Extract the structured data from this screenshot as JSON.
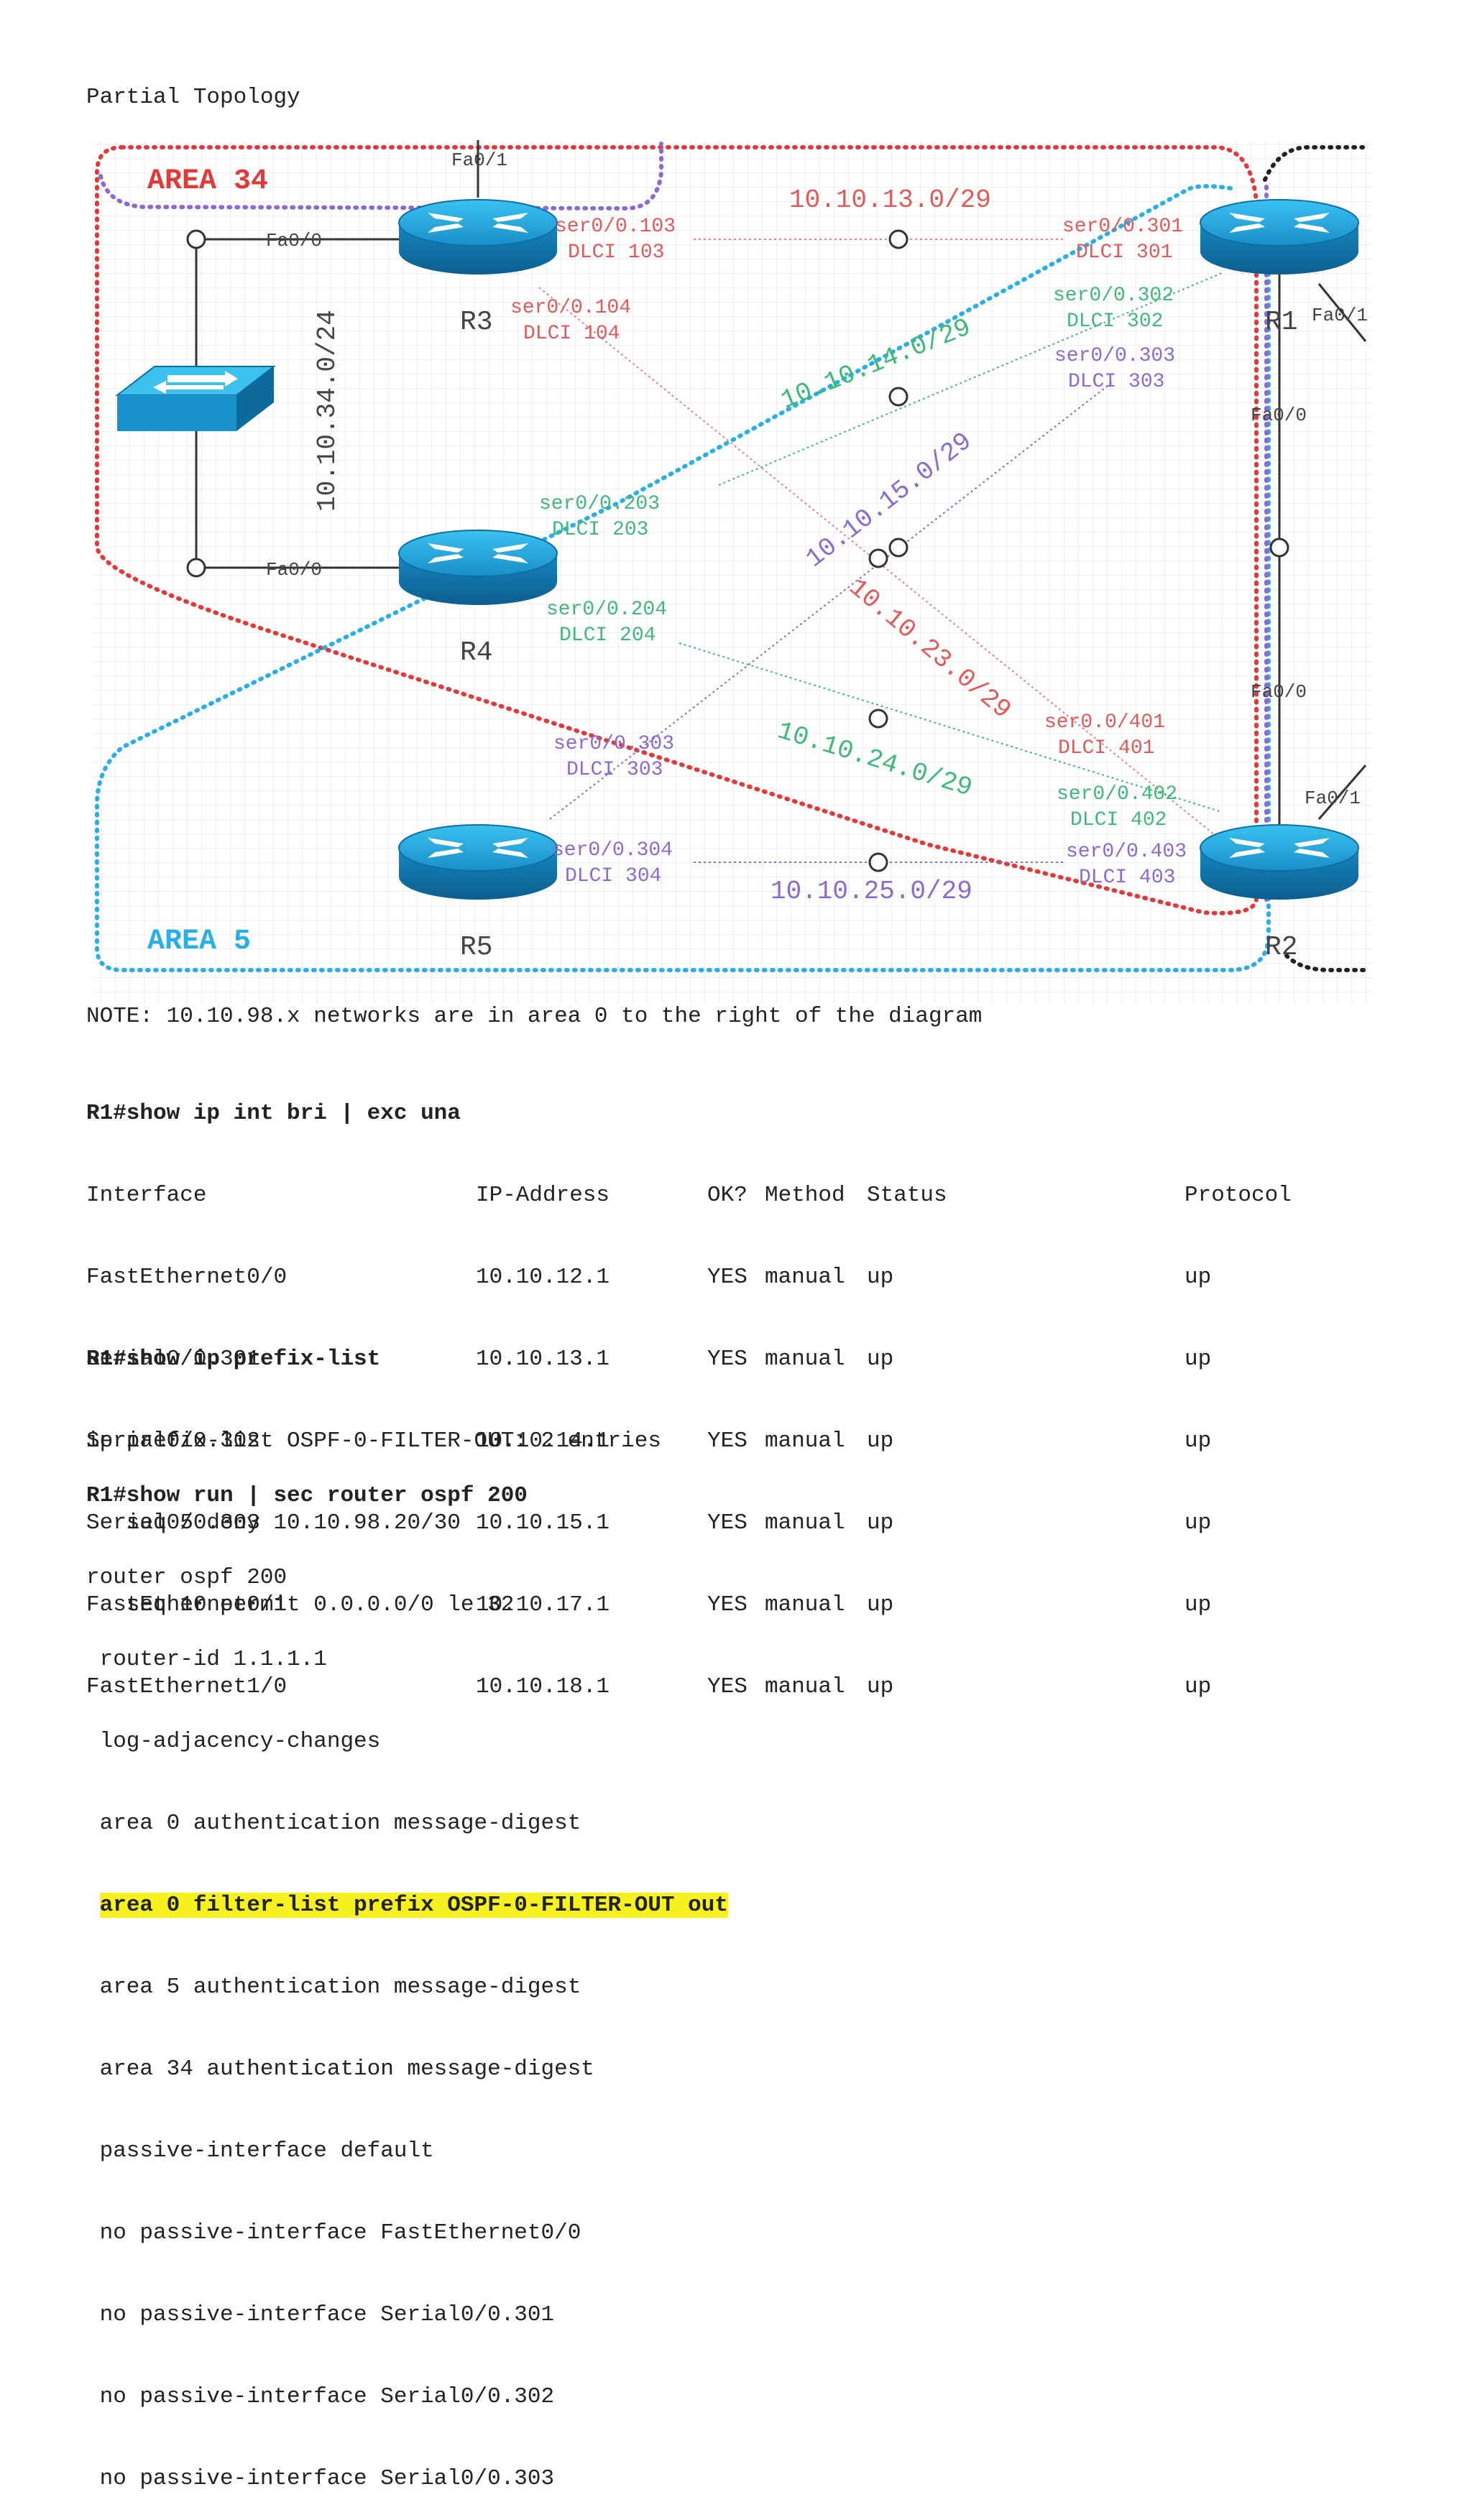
{
  "heading": "Partial Topology",
  "diagram": {
    "areas": {
      "area34": "AREA 34",
      "area5": "AREA 5"
    },
    "routers": {
      "r1": "R1",
      "r2": "R2",
      "r3": "R3",
      "r4": "R4",
      "r5": "R5"
    },
    "switch_net": "10.10.34.0/24",
    "ports": {
      "r3_fa01": "Fa0/1",
      "r3_fa00": "Fa0/0",
      "r4_fa00": "Fa0/0",
      "r1_fa01": "Fa0/1",
      "r1_fa00": "Fa0/0",
      "r2_fa00": "Fa0/0",
      "r2_fa01": "Fa0/1"
    },
    "links": {
      "l13": {
        "net": "10.10.13.0/29",
        "a_if": "ser0/0.103",
        "a_dlci": "DLCI 103",
        "b_if": "ser0/0.301",
        "b_dlci": "DLCI 301"
      },
      "l14": {
        "net": "10.10.14.0/29",
        "a_if": "ser0/0.203",
        "a_dlci": "DLCI 203",
        "b_if": "ser0/0.302",
        "b_dlci": "DLCI 302"
      },
      "l15": {
        "net": "10.10.15.0/29",
        "a_if": "ser0/0.303",
        "a_dlci": "DLCI 303",
        "b_if": "ser0/0.303",
        "b_dlci": "DLCI 303"
      },
      "l23": {
        "net": "10.10.23.0/29",
        "a_if": "ser0/0.104",
        "a_dlci": "DLCI 104",
        "b_if": "ser0.0/401",
        "b_dlci": "DLCI 401"
      },
      "l24": {
        "net": "10.10.24.0/29",
        "a_if": "ser0/0.204",
        "a_dlci": "DLCI 204",
        "b_if": "ser0/0.402",
        "b_dlci": "DLCI 402"
      },
      "l25": {
        "net": "10.10.25.0/29",
        "a_if": "ser0/0.304",
        "a_dlci": "DLCI 304",
        "b_if": "ser0/0.403",
        "b_dlci": "DLCI 403"
      }
    },
    "colors": {
      "red": "#e03a3a",
      "green": "#3fb87a",
      "purple": "#8a6ad0",
      "blue": "#29aee6",
      "grid": "#dcdcdc"
    }
  },
  "note": "NOTE: 10.10.98.x networks are in area 0 to the right of the diagram",
  "int_brief": {
    "command": "R1#show ip int bri | exc una",
    "headers": [
      "Interface",
      "IP-Address",
      "OK?",
      "Method",
      "Status",
      "Protocol"
    ],
    "rows": [
      [
        "FastEthernet0/0",
        "10.10.12.1",
        "YES",
        "manual",
        "up",
        "up"
      ],
      [
        "Serial0/0.301",
        "10.10.13.1",
        "YES",
        "manual",
        "up",
        "up"
      ],
      [
        "Serial0/0.302",
        "10.10.14.1",
        "YES",
        "manual",
        "up",
        "up"
      ],
      [
        "Serial0/0.303",
        "10.10.15.1",
        "YES",
        "manual",
        "up",
        "up"
      ],
      [
        "FastEthernet0/1",
        "10.10.17.1",
        "YES",
        "manual",
        "up",
        "up"
      ],
      [
        "FastEthernet1/0",
        "10.10.18.1",
        "YES",
        "manual",
        "up",
        "up"
      ]
    ]
  },
  "prefix_list": {
    "command": "R1#show ip prefix-list",
    "lines": [
      "ip prefix-list OSPF-0-FILTER-OUT: 2 entries",
      "   seq 5 deny 10.10.98.20/30",
      "   seq 10 permit 0.0.0.0/0 le 32"
    ]
  },
  "ospf": {
    "command": "R1#show run | sec router ospf 200",
    "line0": "router ospf 200",
    "line1": " router-id 1.1.1.1",
    "line2": " log-adjacency-changes",
    "line3": " area 0 authentication message-digest",
    "highlight": "area 0 filter-list prefix OSPF-0-FILTER-OUT out",
    "line5": " area 5 authentication message-digest",
    "line6": " area 34 authentication message-digest",
    "line7": " passive-interface default",
    "line8": " no passive-interface FastEthernet0/0",
    "line9": " no passive-interface Serial0/0.301",
    "line10": " no passive-interface Serial0/0.302",
    "line11": " no passive-interface Serial0/0.303"
  }
}
